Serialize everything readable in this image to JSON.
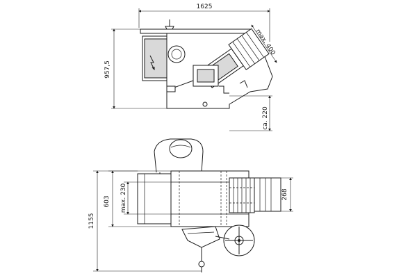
{
  "dimensions": {
    "overall_length": "1625",
    "overall_height": "957,5",
    "max_rotation": "max. 400",
    "clearance": "ca. 220",
    "overall_width": "1155",
    "table_depth": "603",
    "max_cut": "max. 230",
    "infeed_width": "268"
  },
  "icons": {
    "hazard": "electrical-hazard-icon"
  }
}
